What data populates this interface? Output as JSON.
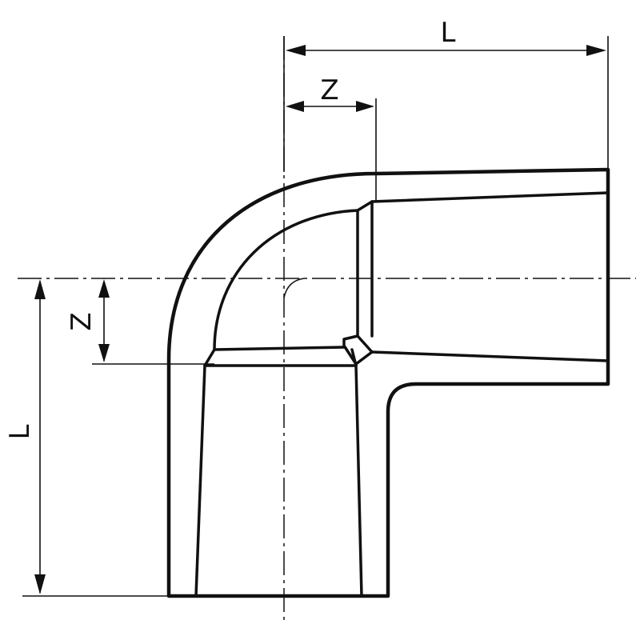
{
  "dimensions": {
    "length_top": "L",
    "offset_top": "Z",
    "length_left": "L",
    "offset_left": "Z"
  },
  "colors": {
    "line": "#111111",
    "background": "#ffffff"
  }
}
